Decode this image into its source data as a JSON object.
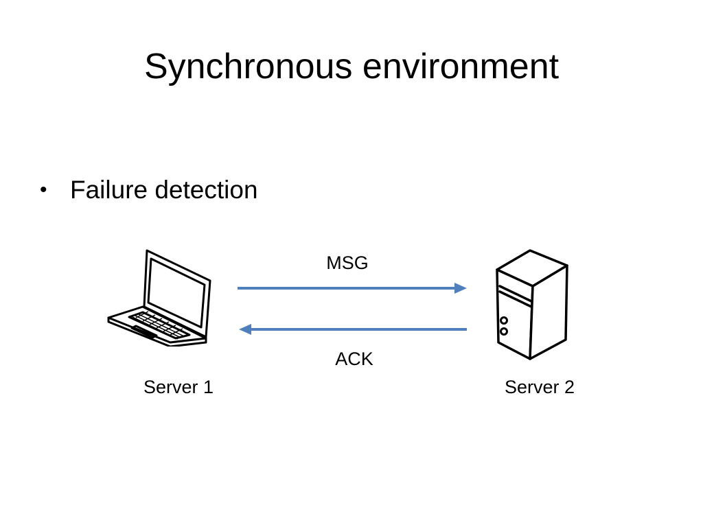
{
  "slide": {
    "title": "Synchronous environment",
    "bullet_marker": "•",
    "bullet": "Failure detection"
  },
  "diagram": {
    "msg_label": "MSG",
    "ack_label": "ACK",
    "server1_label": "Server 1",
    "server2_label": "Server 2",
    "server1_icon": "laptop-icon",
    "server2_icon": "server-tower-icon",
    "arrow_color": "#4f7fbd"
  }
}
